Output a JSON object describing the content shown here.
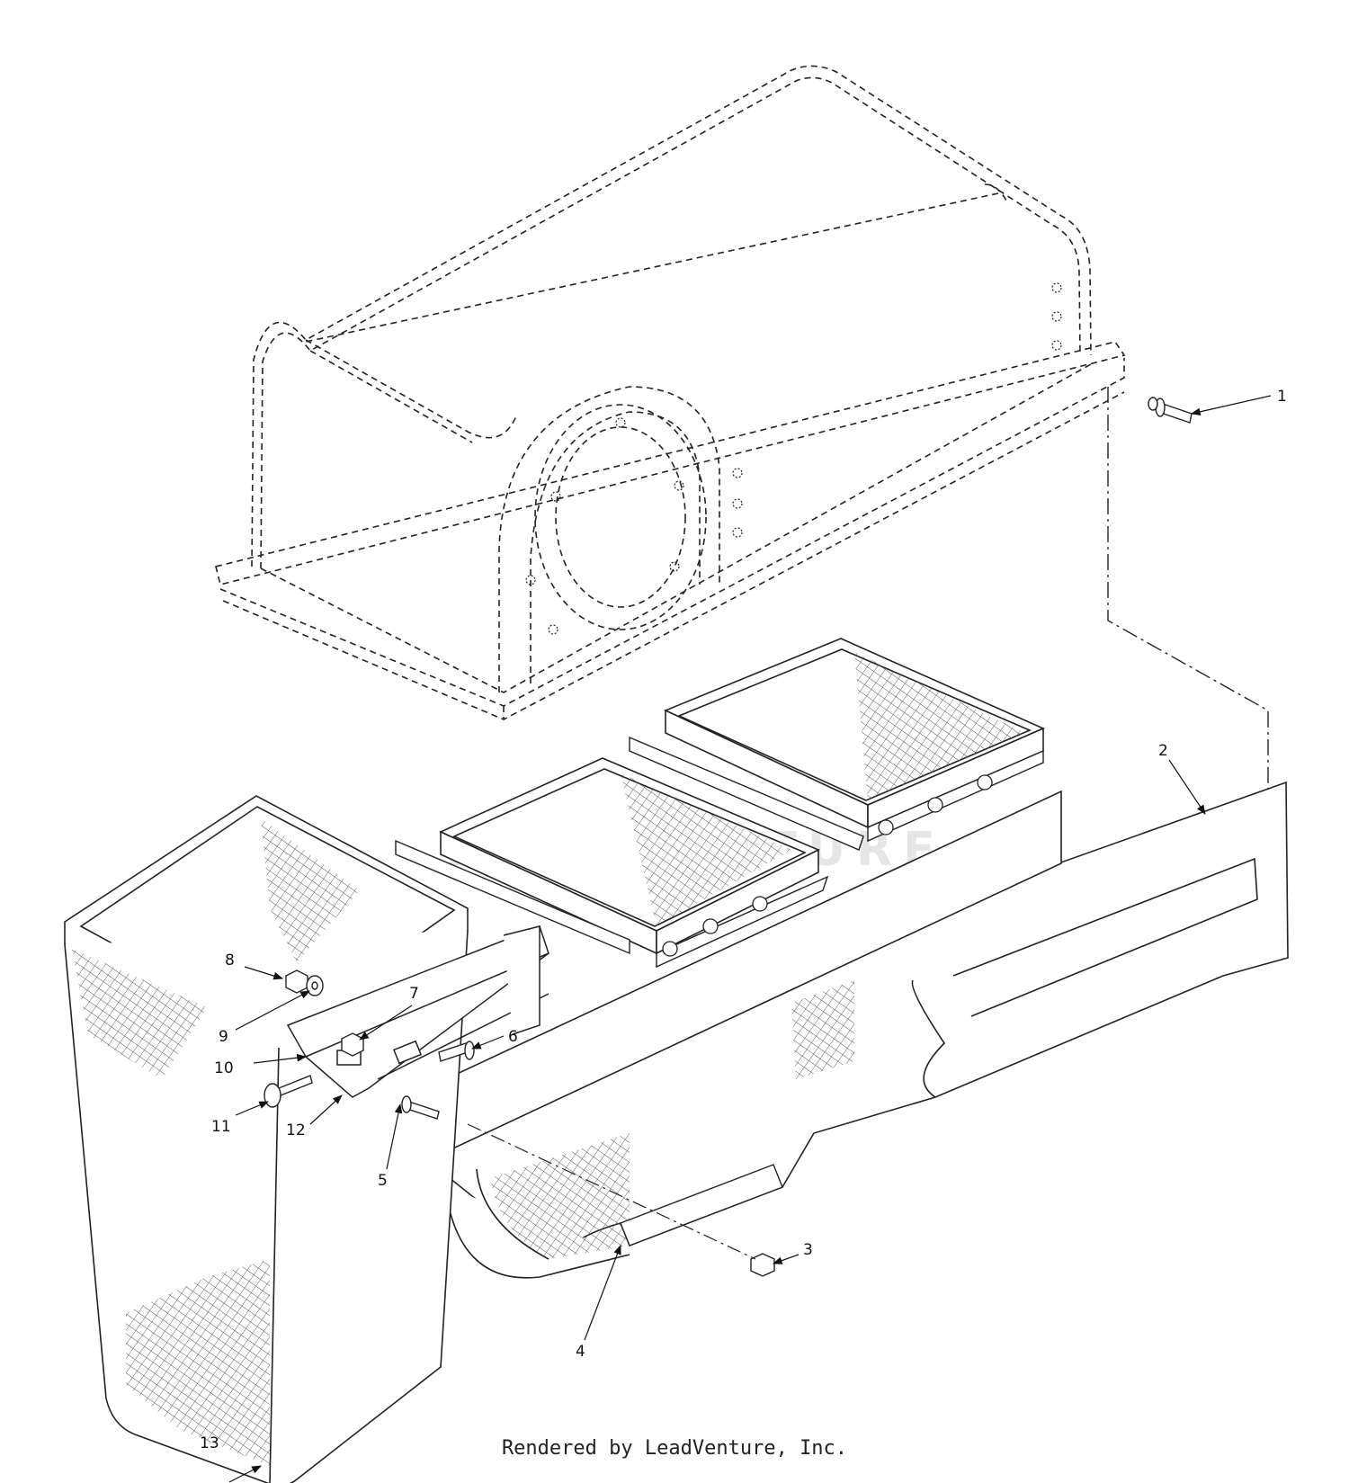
{
  "watermark": "LEADVENTURE",
  "footer": "Rendered by LeadVenture, Inc.",
  "callouts": [
    {
      "id": "c1",
      "label": "1"
    },
    {
      "id": "c2",
      "label": "2"
    },
    {
      "id": "c3",
      "label": "3"
    },
    {
      "id": "c4",
      "label": "4"
    },
    {
      "id": "c5",
      "label": "5"
    },
    {
      "id": "c6",
      "label": "6"
    },
    {
      "id": "c7",
      "label": "7"
    },
    {
      "id": "c8",
      "label": "8"
    },
    {
      "id": "c9",
      "label": "9"
    },
    {
      "id": "c10",
      "label": "10"
    },
    {
      "id": "c11",
      "label": "11"
    },
    {
      "id": "c12",
      "label": "12"
    },
    {
      "id": "c13",
      "label": "13"
    }
  ]
}
